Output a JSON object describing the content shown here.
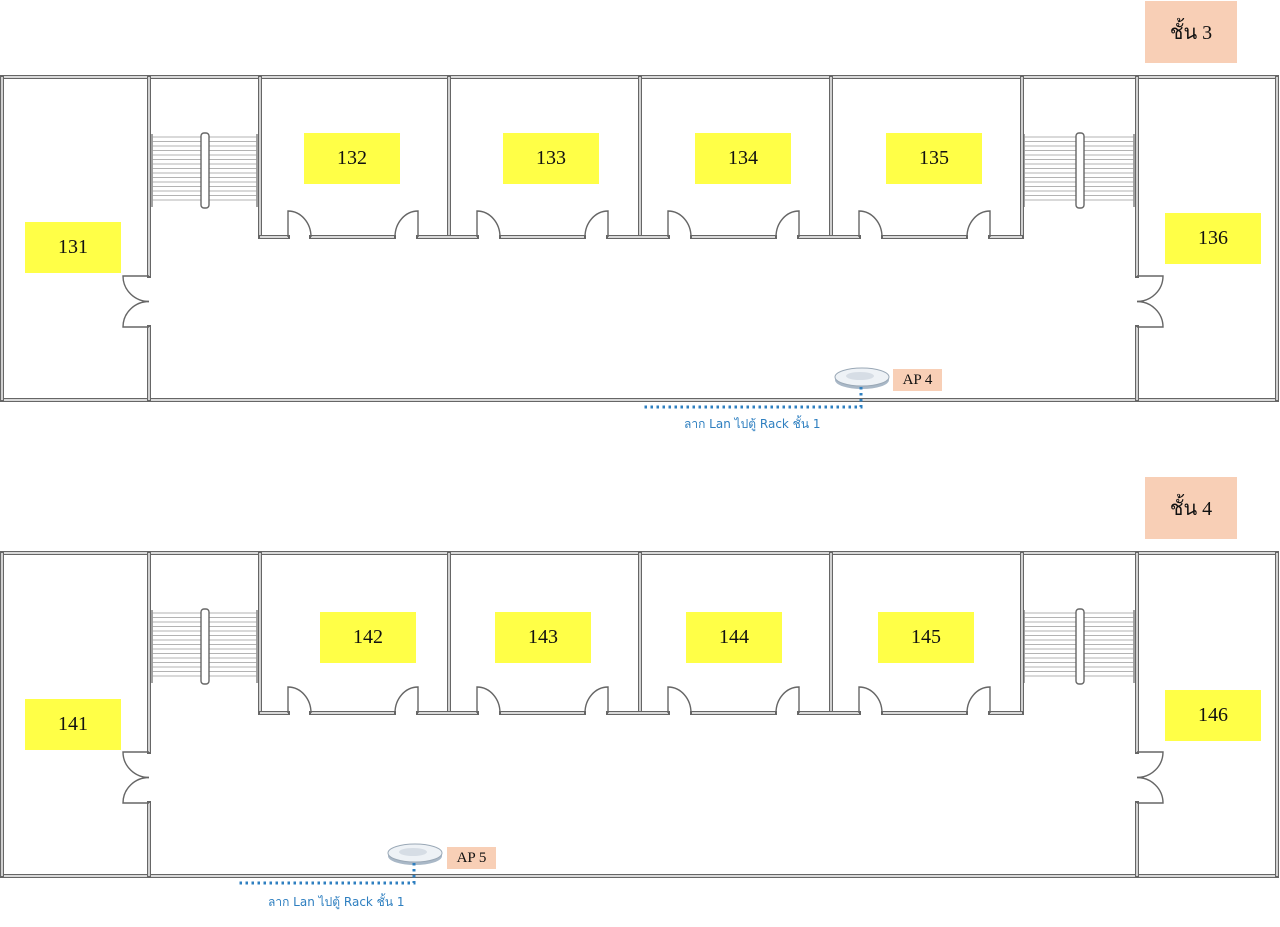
{
  "floors": [
    {
      "tag": "ชั้น 3",
      "rooms": [
        "131",
        "132",
        "133",
        "134",
        "135",
        "136"
      ],
      "access_point": {
        "label": "AP 4",
        "cable_note": "ลาก Lan ไปตู้ Rack  ชั้น 1"
      }
    },
    {
      "tag": "ชั้น 4",
      "rooms": [
        "141",
        "142",
        "143",
        "144",
        "145",
        "146"
      ],
      "access_point": {
        "label": "AP 5",
        "cable_note": "ลาก Lan ไปตู้ Rack  ชั้น 1"
      }
    }
  ],
  "colors": {
    "wall": "#666666",
    "room_label_bg": "#ffff47",
    "tag_bg": "#f8cfb6",
    "cable": "#2e7fc0"
  },
  "icons": {
    "access_point": "access-point-icon",
    "stairs": "staircase-icon",
    "door": "door-swing-icon"
  }
}
